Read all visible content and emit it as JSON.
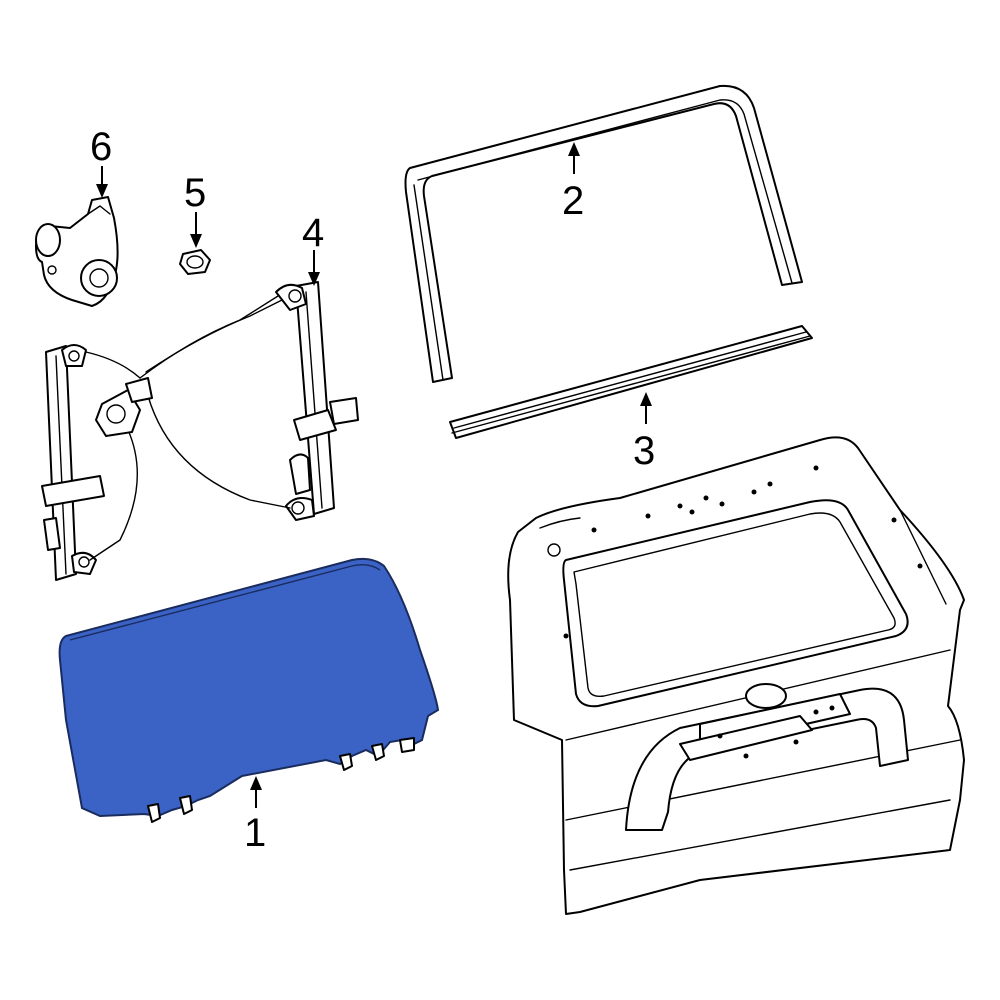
{
  "colors": {
    "highlight_fill": "#3a63c5",
    "highlight_stroke": "#1a2b5e",
    "line": "#000000",
    "background": "#ffffff"
  },
  "callouts": [
    {
      "id": "1",
      "label": "1",
      "part": "door-glass"
    },
    {
      "id": "2",
      "label": "2",
      "part": "glass-run-channel"
    },
    {
      "id": "3",
      "label": "3",
      "part": "belt-weatherstrip"
    },
    {
      "id": "4",
      "label": "4",
      "part": "window-regulator"
    },
    {
      "id": "5",
      "label": "5",
      "part": "nut"
    },
    {
      "id": "6",
      "label": "6",
      "part": "regulator-motor"
    }
  ]
}
